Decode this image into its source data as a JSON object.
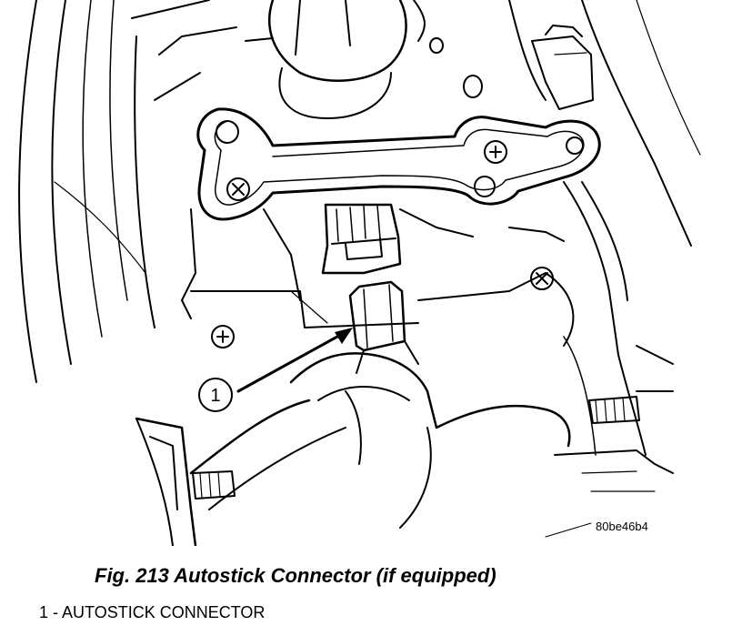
{
  "figure": {
    "callout_number": "1",
    "reference_id": "80be46b4",
    "caption": "Fig. 213 Autostick Connector (if equipped)",
    "legend_item": "1 - AUTOSTICK CONNECTOR"
  }
}
